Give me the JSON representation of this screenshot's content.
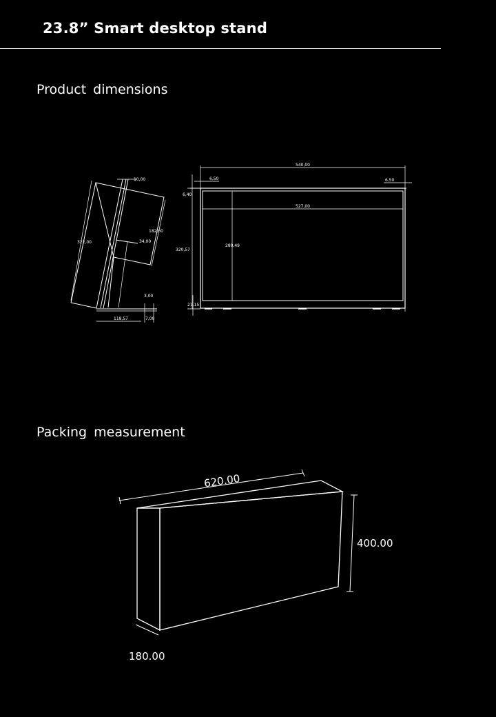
{
  "header": {
    "title": "23.8” Smart desktop stand"
  },
  "sections": {
    "product": {
      "title": "Product dimensions"
    },
    "packing": {
      "title": "Packing measurement"
    }
  },
  "side_view": {
    "thickness": "10,00",
    "height": "322,00",
    "mount_height": "182,60",
    "mount_offset": "34,00",
    "foot_height": "3,00",
    "base_depth": "118,57",
    "foot_width": "7,00"
  },
  "front_view": {
    "width": "540,00",
    "left_bezel": "6,50",
    "right_bezel": "6,50",
    "top_bezel": "6,40",
    "height": "320,57",
    "screen_width": "527,00",
    "screen_height": "289,49",
    "bottom_bezel": "21,15"
  },
  "packing": {
    "length": "620.00",
    "height": "400.00",
    "depth": "180.00"
  }
}
